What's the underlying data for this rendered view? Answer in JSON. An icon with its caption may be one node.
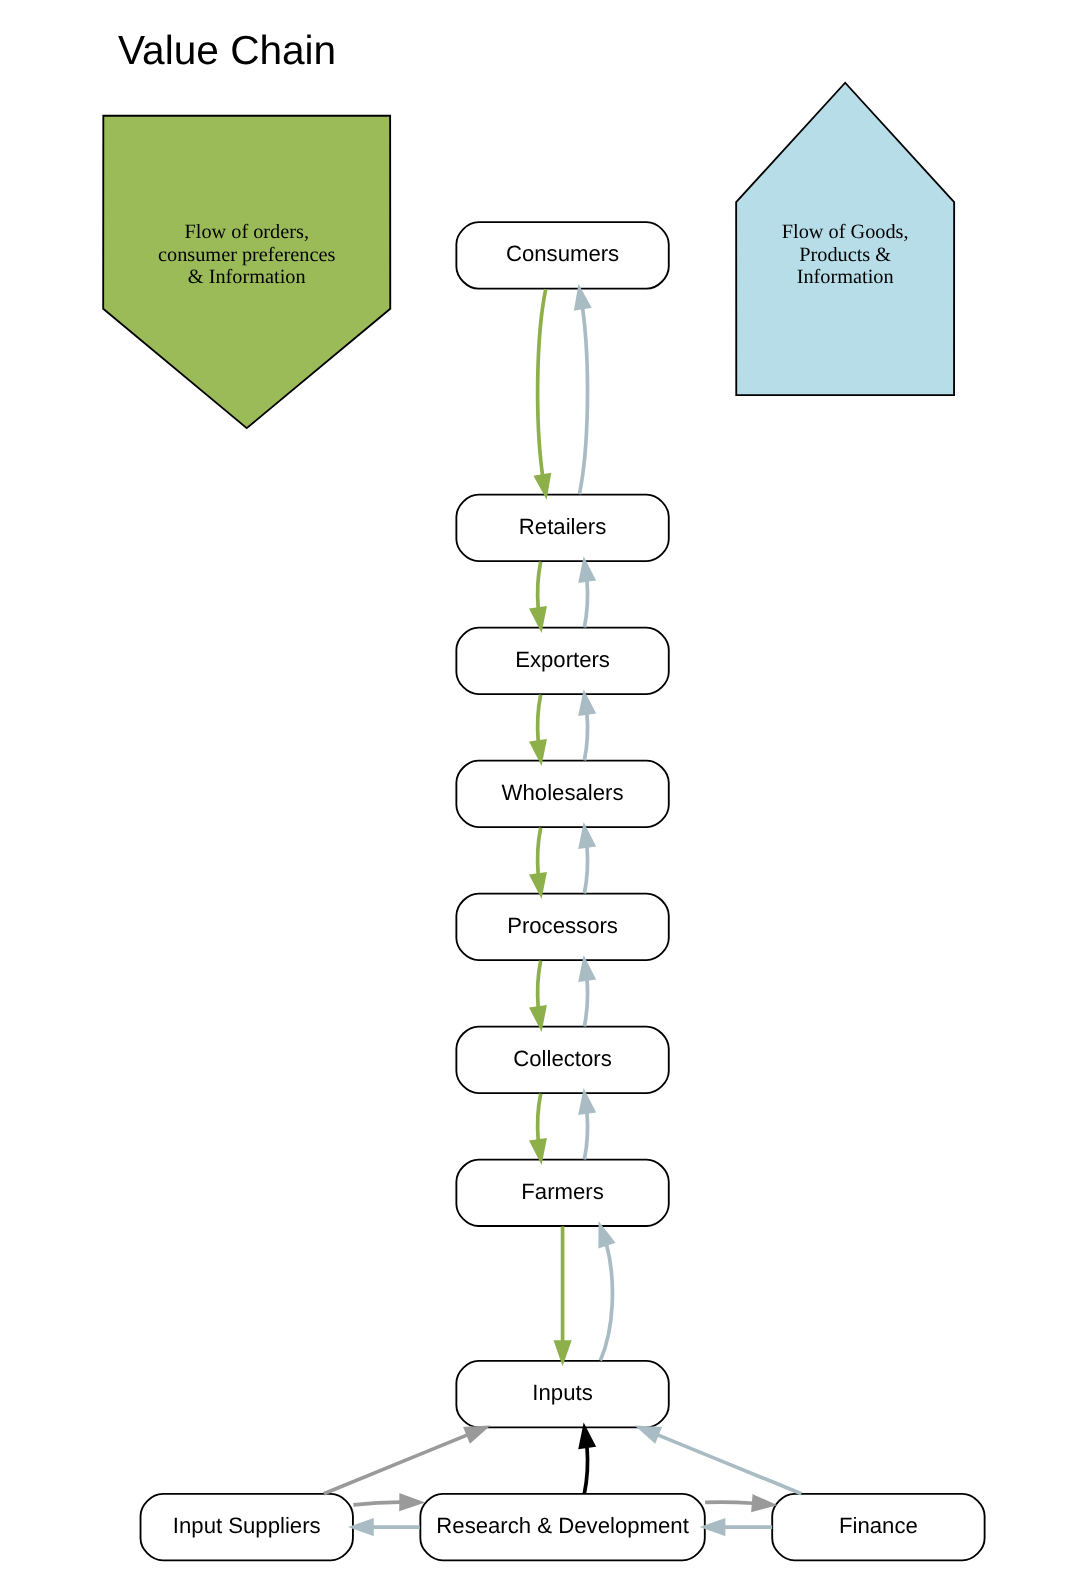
{
  "diagram": {
    "title": "Value Chain",
    "nodes": [
      {
        "text": [
          "Consumers"
        ]
      },
      {
        "text": [
          "Retailers"
        ]
      },
      {
        "text": [
          "Exporters"
        ]
      },
      {
        "text": [
          "Wholesalers"
        ]
      },
      {
        "text": [
          "Processors"
        ]
      },
      {
        "text": [
          "Collectors"
        ]
      },
      {
        "text": [
          "Farmers"
        ]
      },
      {
        "text": [
          "Inputs"
        ]
      },
      {
        "text": [
          "Input Suppliers"
        ]
      },
      {
        "text": [
          "Research & Development"
        ]
      },
      {
        "text": [
          "Finance"
        ]
      },
      {
        "text": [
          "Flow of orders, consumer preferences & Information"
        ]
      },
      {
        "text": [
          "Flow of Goods, Products & Information"
        ]
      }
    ],
    "edges": [
      {
        "from": 0,
        "to": 1,
        "arrow": "to",
        "color": "#8db04a"
      },
      {
        "from": 1,
        "to": 2,
        "arrow": "to",
        "color": "#8db04a"
      },
      {
        "from": 2,
        "to": 3,
        "arrow": "to",
        "color": "#8db04a"
      },
      {
        "from": 3,
        "to": 4,
        "arrow": "to",
        "color": "#8db04a"
      },
      {
        "from": 4,
        "to": 5,
        "arrow": "to",
        "color": "#8db04a"
      },
      {
        "from": 5,
        "to": 6,
        "arrow": "to",
        "color": "#8db04a"
      },
      {
        "from": 6,
        "to": 7,
        "arrow": "to",
        "color": "#8db04a"
      },
      {
        "from": 7,
        "to": 6,
        "arrow": "to",
        "color": "#a9bcc4"
      },
      {
        "from": 6,
        "to": 5,
        "arrow": "to",
        "color": "#a9bcc4"
      },
      {
        "from": 5,
        "to": 4,
        "arrow": "to",
        "color": "#a9bcc4"
      },
      {
        "from": 4,
        "to": 3,
        "arrow": "to",
        "color": "#a9bcc4"
      },
      {
        "from": 3,
        "to": 2,
        "arrow": "to",
        "color": "#a9bcc4"
      },
      {
        "from": 2,
        "to": 1,
        "arrow": "to",
        "color": "#a9bcc4"
      },
      {
        "from": 1,
        "to": 0,
        "arrow": "to",
        "color": "#a9bcc4"
      },
      {
        "from": 9,
        "to": 7,
        "arrow": "to",
        "color": "#000000"
      },
      {
        "from": 8,
        "to": 7,
        "arrow": "to",
        "color": "#9a9a9a"
      },
      {
        "from": 9,
        "to": 8,
        "arrow": "to",
        "color": "#a9bcc4"
      },
      {
        "from": 10,
        "to": 7,
        "arrow": "to",
        "color": "#a9bcc4"
      },
      {
        "from": 10,
        "to": 9,
        "arrow": "to",
        "color": "#a9bcc4"
      },
      {
        "from": 8,
        "to": 9,
        "arrow": "to",
        "color": "#9a9a9a"
      },
      {
        "from": 9,
        "to": 10,
        "arrow": "to",
        "color": "#9a9a9a"
      }
    ]
  }
}
